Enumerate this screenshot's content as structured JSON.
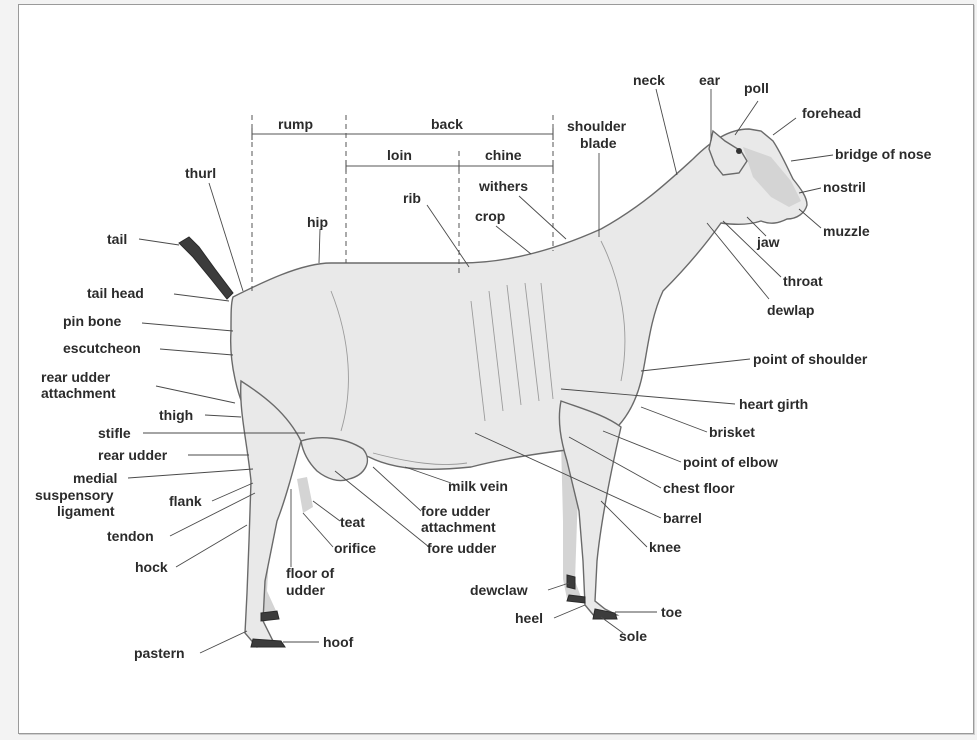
{
  "colors": {
    "paper": "#ffffff",
    "frame": "#9a9a9a",
    "text": "#2b2b2b",
    "goat": "#e9e9e9",
    "hoof": "#3c3c3c"
  },
  "labels": {
    "rump": "rump",
    "back": "back",
    "loin": "loin",
    "chine": "chine",
    "shoulder_blade_1": "shoulder",
    "shoulder_blade_2": "blade",
    "neck": "neck",
    "ear": "ear",
    "poll": "poll",
    "forehead": "forehead",
    "bridge_of_nose": "bridge of nose",
    "nostril": "nostril",
    "muzzle": "muzzle",
    "jaw": "jaw",
    "throat": "throat",
    "dewlap": "dewlap",
    "withers": "withers",
    "rib": "rib",
    "crop": "crop",
    "hip": "hip",
    "thurl": "thurl",
    "tail": "tail",
    "tail_head": "tail head",
    "pin_bone": "pin bone",
    "escutcheon": "escutcheon",
    "rear_udder_attachment_1": "rear udder",
    "rear_udder_attachment_2": "attachment",
    "thigh": "thigh",
    "stifle": "stifle",
    "rear_udder": "rear udder",
    "medial_1": "medial",
    "medial_2": "suspensory",
    "medial_3": "ligament",
    "flank": "flank",
    "tendon": "tendon",
    "hock": "hock",
    "pastern": "pastern",
    "hoof": "hoof",
    "floor_of_udder_1": "floor of",
    "floor_of_udder_2": "udder",
    "teat": "teat",
    "orifice": "orifice",
    "fore_udder": "fore udder",
    "fore_udder_attachment_1": "fore udder",
    "fore_udder_attachment_2": "attachment",
    "milk_vein": "milk vein",
    "point_of_shoulder": "point of shoulder",
    "heart_girth": "heart girth",
    "brisket": "brisket",
    "point_of_elbow": "point of elbow",
    "chest_floor": "chest floor",
    "barrel": "barrel",
    "knee": "knee",
    "dewclaw": "dewclaw",
    "heel": "heel",
    "toe": "toe",
    "sole": "sole"
  }
}
